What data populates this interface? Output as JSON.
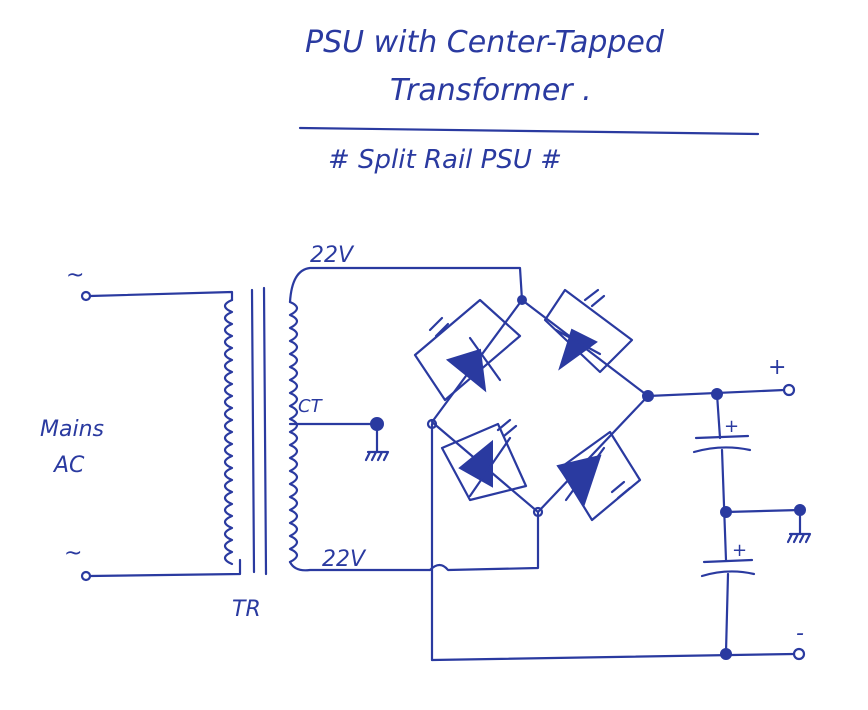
{
  "title": {
    "line1": "PSU with Center-Tapped",
    "line2": "Transformer .",
    "subtitle": "# Split Rail PSU #"
  },
  "labels": {
    "mains": "Mains",
    "ac": "AC",
    "transformer": "TR",
    "ct": "CT",
    "top_voltage": "22V",
    "bottom_voltage": "22V",
    "plus_cap_top": "+",
    "plus_cap_bottom": "+",
    "out_positive": "+",
    "out_negative": "-",
    "ac_symbol_top": "~",
    "ac_symbol_bottom": "~"
  },
  "colors": {
    "ink": "#2a3aa0",
    "paper": "#ffffff"
  }
}
